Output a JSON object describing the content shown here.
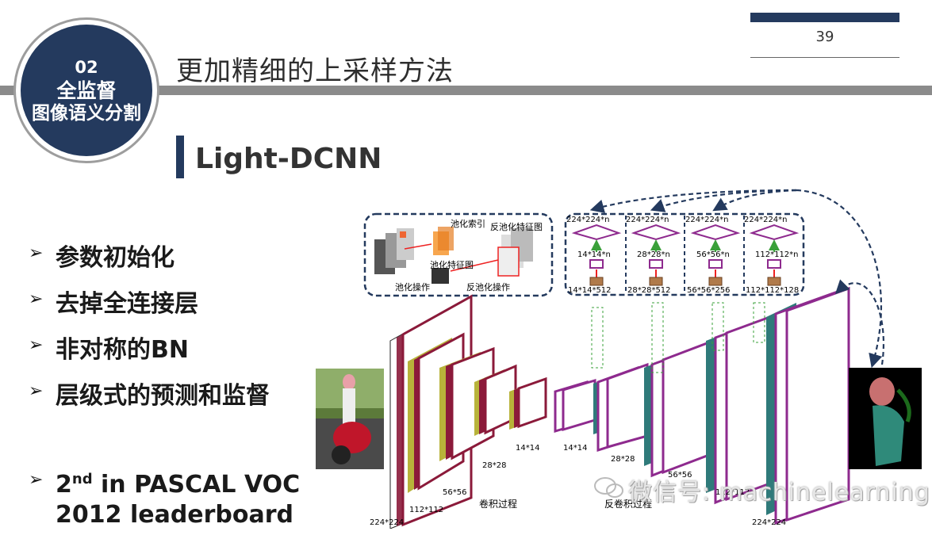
{
  "page": {
    "number": "39",
    "title": "更加精细的上采样方法"
  },
  "badge": {
    "num": "02",
    "line1": "全监督",
    "line2": "图像语义分割"
  },
  "section": {
    "title": "Light-DCNN"
  },
  "bullets": [
    {
      "text": "参数初始化"
    },
    {
      "text": "去掉全连接层"
    },
    {
      "text": "非对称的BN"
    },
    {
      "text": "层级式的预测和监督"
    }
  ],
  "last_bullet": {
    "rank": "2",
    "suffix": "nd",
    "line1_rest": " in PASCAL VOC",
    "line2": "2012 leaderboard"
  },
  "diagram": {
    "pool_panel": {
      "pool_index": "池化索引",
      "unpool_map": "反池化特征图",
      "pool_map": "池化特征图",
      "pool_op": "池化操作",
      "unpool_op": "反池化操作"
    },
    "heads": [
      {
        "top": "224*224*n",
        "mid": "14*14*n",
        "bottom": "14*14*512"
      },
      {
        "top": "224*224*n",
        "mid": "28*28*n",
        "bottom": "28*28*512"
      },
      {
        "top": "224*224*n",
        "mid": "56*56*n",
        "bottom": "56*56*256"
      },
      {
        "top": "224*224*n",
        "mid": "112*112*n",
        "bottom": "112*112*128"
      }
    ],
    "enc_labels": {
      "s224": "224*224",
      "s112": "112*112",
      "s56": "56*56",
      "s28": "28*28",
      "s14": "14*14"
    },
    "dec_labels": {
      "s14": "14*14",
      "s28": "28*28",
      "s56": "56*56",
      "s112": "112*112",
      "s224": "224*224"
    },
    "conv_label": "卷积过程",
    "deconv_label": "反卷积过程"
  },
  "watermark": "微信号: machinelearning",
  "colors": {
    "navy": "#243a5e",
    "maroon": "#8b1a3a",
    "olive": "#b8b33a",
    "purple": "#8e2a8e",
    "teal": "#2f7a7a"
  }
}
